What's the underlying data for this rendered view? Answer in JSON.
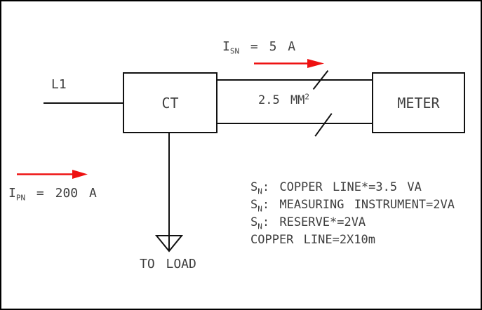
{
  "colors": {
    "accent_red": "#ee1111",
    "line": "#111111",
    "text": "#3f3f3f"
  },
  "diagram": {
    "phase_label": "L1",
    "ct_label": "CT",
    "meter_label": "METER",
    "wire_gauge": {
      "text": "2.5 MM",
      "sup": "2"
    },
    "secondary_current": {
      "pre": "I",
      "sub": "SN",
      "rest": " = 5 A"
    },
    "primary_current": {
      "pre": "I",
      "sub": "PN",
      "rest": " = 200 A"
    },
    "load_label": "TO LOAD",
    "specs": [
      {
        "pre": "S",
        "sub": "N",
        "rest": ": COPPER LINE*=3.5 VA"
      },
      {
        "pre": "S",
        "sub": "N",
        "rest": ": MEASURING INSTRUMENT=2VA"
      },
      {
        "pre": "S",
        "sub": "N",
        "rest": ": RESERVE*=2VA"
      },
      {
        "pre": "",
        "sub": "",
        "rest": "COPPER LINE=2X10m"
      }
    ]
  }
}
